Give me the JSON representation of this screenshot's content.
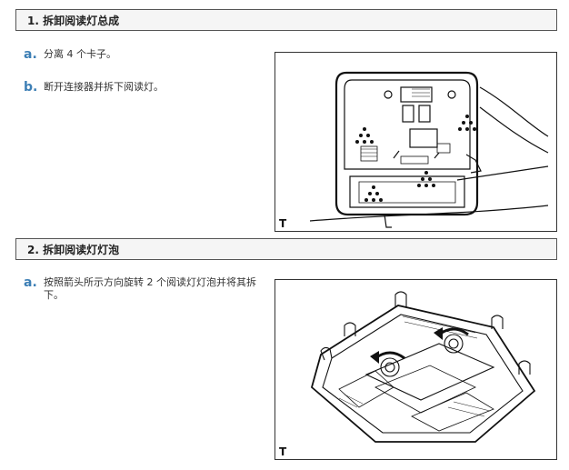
{
  "sections": [
    {
      "title": "1. 拆卸阅读灯总成",
      "steps": [
        {
          "letter": "a.",
          "text": "分离 4 个卡子。"
        },
        {
          "letter": "b.",
          "text": "断开连接器并拆下阅读灯。"
        }
      ],
      "figure_tag": "T"
    },
    {
      "title": "2. 拆卸阅读灯灯泡",
      "steps": [
        {
          "letter": "a.",
          "text": "按照箭头所示方向旋转 2 个阅读灯灯泡并将其拆下。"
        }
      ],
      "figure_tag": "T"
    }
  ],
  "colors": {
    "step_letter": "#3d7fb5",
    "border": "#555555"
  }
}
